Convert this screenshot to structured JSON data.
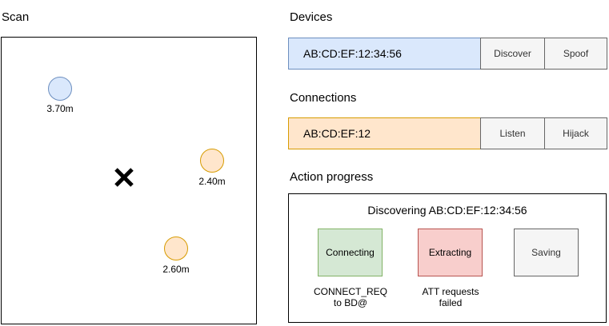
{
  "scan": {
    "title": "Scan",
    "devices": [
      {
        "label": "3.70m",
        "color": "blue"
      },
      {
        "label": "2.40m",
        "color": "orange"
      },
      {
        "label": "2.60m",
        "color": "orange"
      }
    ]
  },
  "devices": {
    "title": "Devices",
    "address": "AB:CD:EF:12:34:56",
    "discover_label": "Discover",
    "spoof_label": "Spoof"
  },
  "connections": {
    "title": "Connections",
    "address": "AB:CD:EF:12",
    "listen_label": "Listen",
    "hijack_label": "Hijack"
  },
  "progress": {
    "title": "Action progress",
    "status": "Discovering AB:CD:EF:12:34:56",
    "steps": [
      {
        "label": "Connecting",
        "note_line1": "CONNECT_REQ",
        "note_line2": "to BD@"
      },
      {
        "label": "Extracting",
        "note_line1": "ATT requests",
        "note_line2": "failed"
      },
      {
        "label": "Saving",
        "note_line1": "",
        "note_line2": ""
      }
    ]
  },
  "colors": {
    "blue_fill": "#dae8fc",
    "blue_stroke": "#6c8ebf",
    "orange_fill": "#ffe6cc",
    "orange_stroke": "#d79b00",
    "green_fill": "#d5e8d4",
    "green_stroke": "#82b366",
    "red_fill": "#f8cecc",
    "red_stroke": "#b85450",
    "gray_fill": "#f5f5f5",
    "gray_stroke": "#666666"
  },
  "icons": {
    "user_position": "x-mark-icon"
  }
}
